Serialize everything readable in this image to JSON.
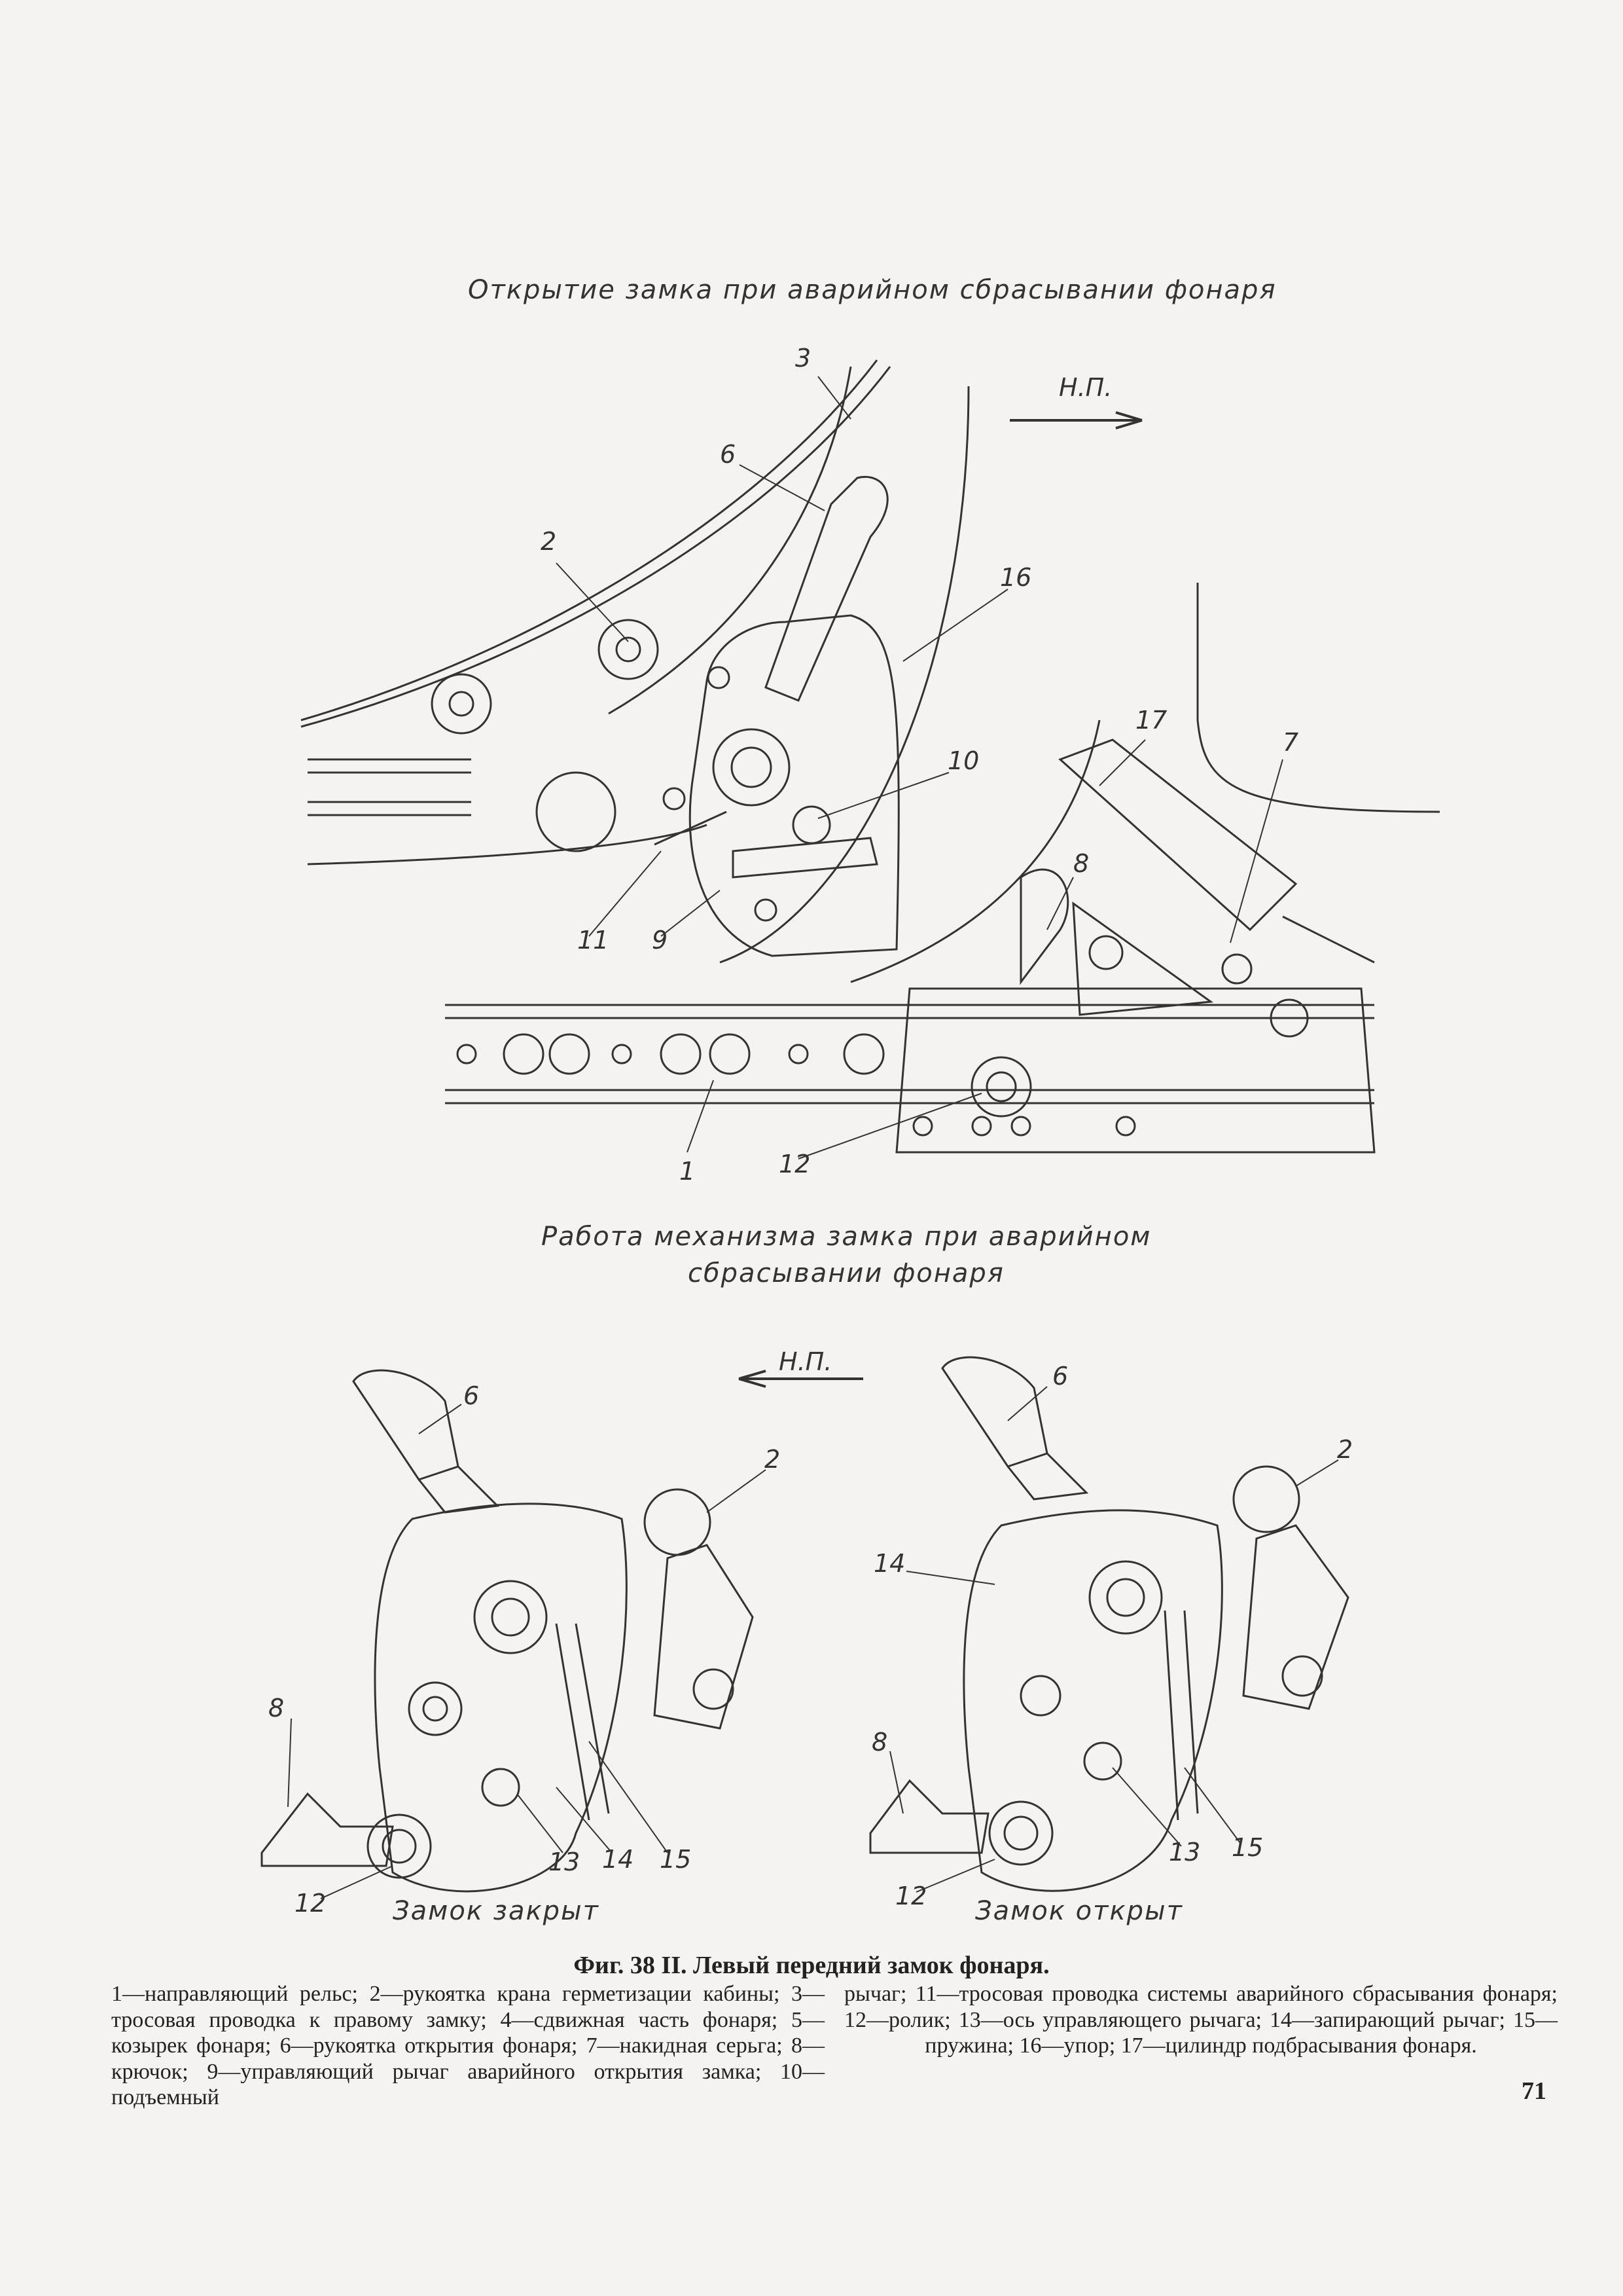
{
  "top_figure": {
    "title": "Открытие замка при аварийном сбрасывании фонаря",
    "direction_label": "Н.П.",
    "labels": [
      "3",
      "6",
      "2",
      "16",
      "10",
      "17",
      "7",
      "8",
      "11",
      "9",
      "1",
      "12"
    ]
  },
  "middle_caption": {
    "line1": "Работа механизма замка при аварийном",
    "line2": "сбрасывании фонаря",
    "direction_label": "Н.П."
  },
  "left_figure": {
    "labels": [
      "6",
      "2",
      "8",
      "12",
      "13",
      "14",
      "15"
    ],
    "state": "Замок закрыт"
  },
  "right_figure": {
    "labels": [
      "6",
      "2",
      "14",
      "8",
      "12",
      "13",
      "15"
    ],
    "state": "Замок открыт"
  },
  "caption": {
    "title": "Фиг. 38 II. Левый передний замок фонаря.",
    "left_column": "1—направляющий рельс; 2—рукоятка крана герметизации кабины; 3—тросовая проводка к правому замку; 4—сдвижная часть фонаря; 5—козырек фонаря; 6—рукоятка открытия фонаря; 7—накидная серьга; 8—крючок; 9—управляющий рычаг аварийного открытия замка; 10—подъемный",
    "right_column": "рычаг; 11—тросовая проводка системы аварийного сбрасывания фонаря; 12—ролик; 13—ось управляющего рычага; 14—запирающий рычаг; 15—пружина; 16—упор; 17—цилиндр подбрасывания фонаря."
  },
  "page_number": "71"
}
